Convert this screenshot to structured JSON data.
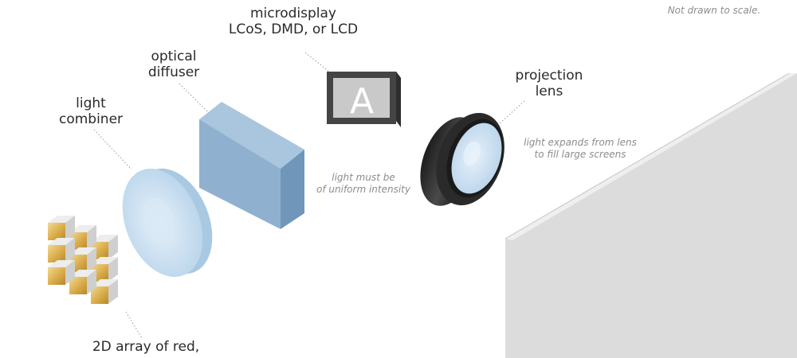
{
  "note_scale": "Not drawn to scale.",
  "labels": {
    "microdisplay_1": "microdisplay",
    "microdisplay_2": "LCoS, DMD, or LCD",
    "diffuser_1": "optical",
    "diffuser_2": "diffuser",
    "combiner_1": "light",
    "combiner_2": "combiner",
    "lens_1": "projection",
    "lens_2": "lens",
    "array_1": "2D array of red,",
    "display_letter": "A"
  },
  "notes": {
    "uniform_1": "light must be",
    "uniform_2": "of uniform intensity",
    "expands_1": "light expands from lens",
    "expands_2": "to fill large screens"
  },
  "colors": {
    "diffuser_front": "#8fb1cf",
    "diffuser_top": "#a9c6de",
    "diffuser_side": "#7096b9",
    "combiner": "#c6dcee",
    "screen": "#dcdcdc",
    "led_gold": "#d9ac49",
    "monitor_frame": "#444444"
  }
}
